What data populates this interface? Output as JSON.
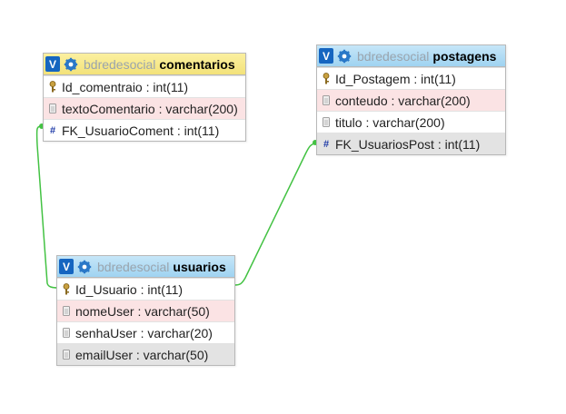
{
  "database": "bdredesocial",
  "colors": {
    "link_line": "#43c243",
    "header_yellow": "#f3e27a",
    "header_blue": "#9fd3f1",
    "v_button": "#1565c0"
  },
  "tables": {
    "comentarios": {
      "toggle": "V",
      "db": "bdredesocial",
      "name": "comentarios",
      "columns": [
        {
          "text": "Id_comentraio : int(11)",
          "icon": "primary-key-icon"
        },
        {
          "text": "textoComentario : varchar(200)",
          "icon": "column-icon"
        },
        {
          "text": "FK_UsuarioComent : int(11)",
          "icon": "numeric-column-icon"
        }
      ]
    },
    "postagens": {
      "toggle": "V",
      "db": "bdredesocial",
      "name": "postagens",
      "columns": [
        {
          "text": "Id_Postagem : int(11)",
          "icon": "primary-key-icon"
        },
        {
          "text": "conteudo : varchar(200)",
          "icon": "column-icon"
        },
        {
          "text": "titulo : varchar(200)",
          "icon": "column-icon"
        },
        {
          "text": "FK_UsuariosPost : int(11)",
          "icon": "numeric-column-icon"
        }
      ]
    },
    "usuarios": {
      "toggle": "V",
      "db": "bdredesocial",
      "name": "usuarios",
      "columns": [
        {
          "text": "Id_Usuario : int(11)",
          "icon": "primary-key-icon"
        },
        {
          "text": "nomeUser : varchar(50)",
          "icon": "column-icon"
        },
        {
          "text": "senhaUser : varchar(20)",
          "icon": "column-icon"
        },
        {
          "text": "emailUser : varchar(50)",
          "icon": "column-icon"
        }
      ]
    }
  },
  "relations": [
    {
      "from": "comentarios.FK_UsuarioComent",
      "to": "usuarios.Id_Usuario"
    },
    {
      "from": "postagens.FK_UsuariosPost",
      "to": "usuarios.Id_Usuario"
    }
  ]
}
